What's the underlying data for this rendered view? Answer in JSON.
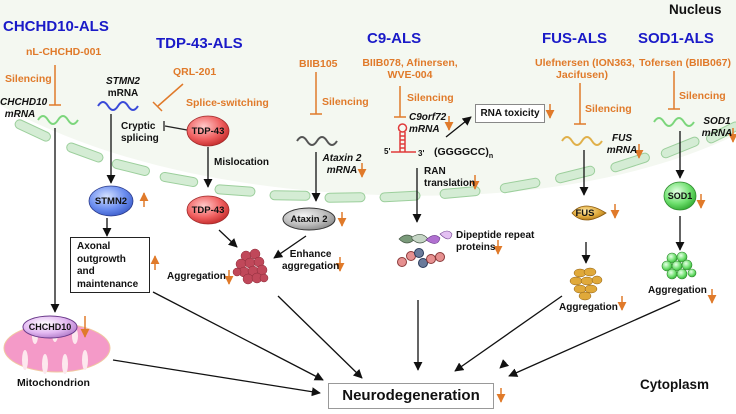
{
  "regions": {
    "nucleus": "Nucleus",
    "cytoplasm": "Cytoplasm"
  },
  "colors": {
    "title": "#1a1ac8",
    "therapy": "#e07a2a",
    "arrow": "#111111",
    "membrane": "#cfe8cf",
    "nucleus_bg": "#f4f8f1"
  },
  "pathways": {
    "chchd10": {
      "title": "CHCHD10-ALS",
      "drug": "nL-CHCHD-001",
      "mechanism": "Silencing",
      "mrna": [
        "CHCHD10",
        "mRNA"
      ],
      "protein": "CHCHD10",
      "organelle": "Mitochondrion"
    },
    "tdp43": {
      "title": "TDP-43-ALS",
      "drug": "QRL-201",
      "mechanism": "Splice-switching",
      "stmn2_mrna": [
        "STMN2",
        "mRNA"
      ],
      "cryptic": [
        "Cryptic",
        "splicing"
      ],
      "protein": "TDP-43",
      "mislocation": "Mislocation",
      "stmn2": "STMN2",
      "axonal": [
        "Axonal",
        "outgrowth",
        "and",
        "maintenance"
      ],
      "aggregation": "Aggregation"
    },
    "ataxin2": {
      "drug": "BIIB105",
      "mechanism": "Silencing",
      "mrna": [
        "Ataxin 2",
        "mRNA"
      ],
      "protein": "Ataxin 2",
      "effect": [
        "Enhance",
        "aggregation"
      ]
    },
    "c9": {
      "title": "C9-ALS",
      "drug": [
        "BIIB078, Afinersen,",
        "WVE-004"
      ],
      "mechanism": "Silencing",
      "mrna": [
        "C9orf72",
        "mRNA"
      ],
      "five_prime": "5'",
      "three_prime": "3'",
      "repeat": "(GGGGCC)",
      "repeat_sub": "n",
      "rna_toxicity": "RNA toxicity",
      "ran": [
        "RAN",
        "translation"
      ],
      "dpr": [
        "Dipeptide repeat",
        "proteins"
      ]
    },
    "fus": {
      "title": "FUS-ALS",
      "drug": [
        "Ulefnersen (ION363,",
        "Jacifusen)"
      ],
      "mechanism": "Silencing",
      "mrna": [
        "FUS",
        "mRNA"
      ],
      "protein": "FUS",
      "aggregation": "Aggregation"
    },
    "sod1": {
      "title": "SOD1-ALS",
      "drug": "Tofersen (BIIB067)",
      "mechanism": "Silencing",
      "mrna": [
        "SOD1",
        "mRNA"
      ],
      "protein": "SOD1",
      "aggregation": "Aggregation"
    }
  },
  "outcome": "Neurodegeneration",
  "indicators": {
    "up": "↑",
    "down": "↓"
  }
}
